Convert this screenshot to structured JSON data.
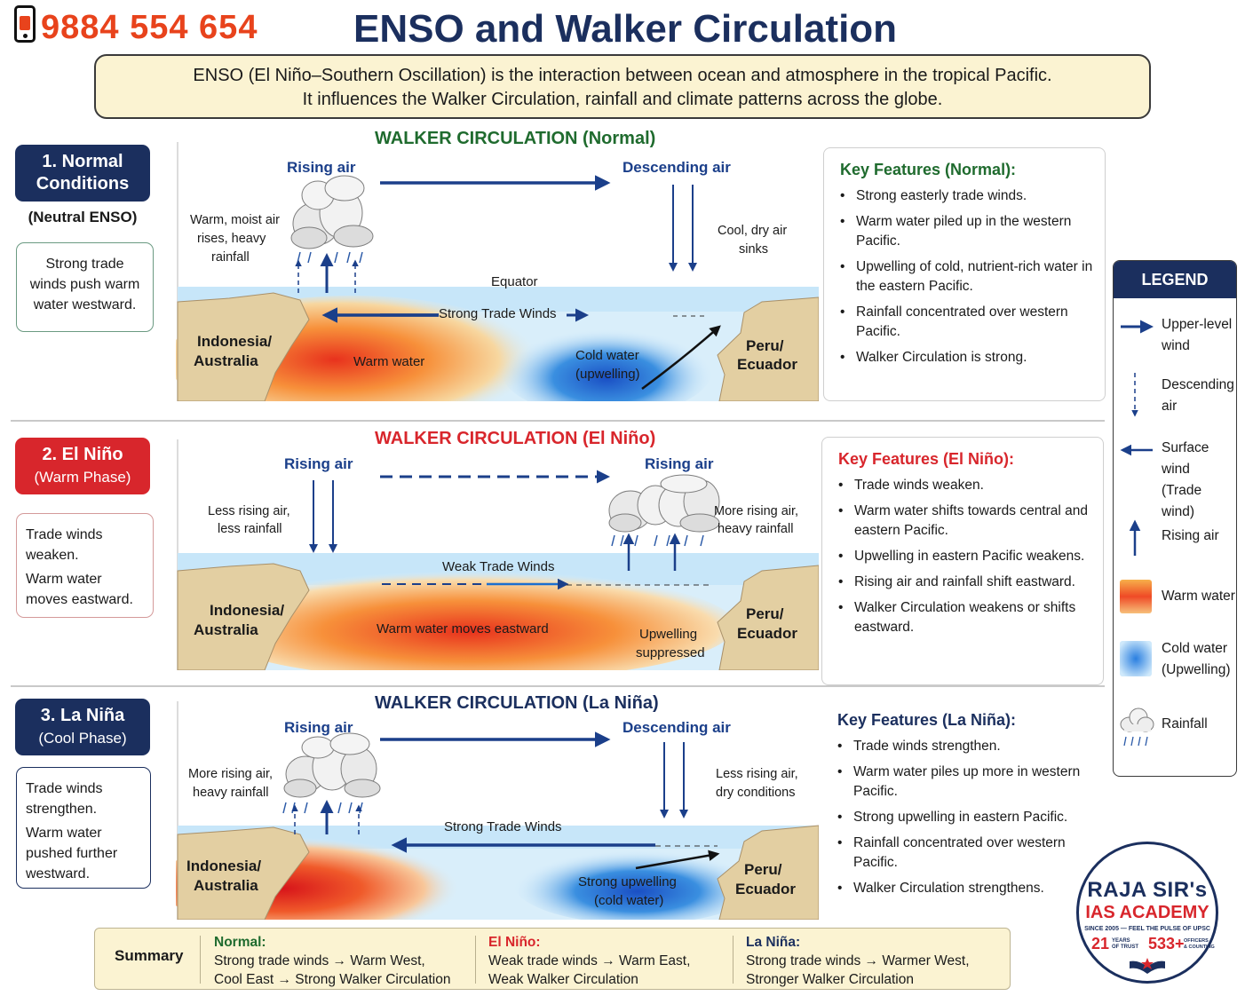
{
  "header": {
    "phone": "9884 554 654",
    "title": "ENSO and Walker Circulation"
  },
  "intro": {
    "line1": "ENSO (El Niño–Southern Oscillation) is the interaction between ocean and atmosphere in the tropical Pacific.",
    "line2": "It influences the Walker Circulation, rainfall and climate patterns across the globe."
  },
  "sections": {
    "normal": {
      "label_line1": "1. Normal",
      "label_line2": "Conditions",
      "sub_note": "(Neutral ENSO)",
      "note": "Strong trade winds push warm water westward.",
      "panel_title": "WALKER CIRCULATION (Normal)",
      "rising_air": "Rising air",
      "descending_air": "Descending air",
      "left_text_1": "Warm, moist air",
      "left_text_2": "rises, heavy",
      "left_text_3": "rainfall",
      "right_text_1": "Cool, dry air",
      "right_text_2": "sinks",
      "equator": "Equator",
      "trade_winds": "Strong Trade Winds",
      "west_land_1": "Indonesia/",
      "west_land_2": "Australia",
      "warm_water": "Warm water",
      "cold_water_1": "Cold water",
      "cold_water_2": "(upwelling)",
      "east_land_1": "Peru/",
      "east_land_2": "Ecuador",
      "features_title": "Key Features (Normal):",
      "features": [
        "Strong easterly trade winds.",
        "Warm water piled up in the western Pacific.",
        "Upwelling of cold, nutrient-rich water in the eastern Pacific.",
        "Rainfall concentrated over western Pacific.",
        "Walker Circulation is strong."
      ]
    },
    "elnino": {
      "label_line1": "2. El Niño",
      "label_line2": "(Warm Phase)",
      "note_1": "Trade winds weaken.",
      "note_2": "Warm water moves eastward.",
      "panel_title": "WALKER CIRCULATION (El Niño)",
      "rising_air_left": "Rising air",
      "rising_air_right": "Rising air",
      "left_text_1": "Less rising air,",
      "left_text_2": "less rainfall",
      "right_text_1": "More rising air,",
      "right_text_2": "heavy rainfall",
      "trade_winds": "Weak Trade Winds",
      "west_land_1": "Indonesia/",
      "west_land_2": "Australia",
      "warm_water": "Warm water moves eastward",
      "upwelling_1": "Upwelling",
      "upwelling_2": "suppressed",
      "east_land_1": "Peru/",
      "east_land_2": "Ecuador",
      "features_title": "Key Features (El Niño):",
      "features": [
        "Trade winds weaken.",
        "Warm water shifts towards central and eastern Pacific.",
        "Upwelling in eastern Pacific weakens.",
        "Rising air and rainfall shift eastward.",
        "Walker Circulation weakens or shifts eastward."
      ]
    },
    "lanina": {
      "label_line1": "3. La Niña",
      "label_line2": "(Cool Phase)",
      "note_1": "Trade winds strengthen.",
      "note_2": "Warm water pushed further westward.",
      "panel_title": "WALKER CIRCULATION (La Niña)",
      "rising_air": "Rising air",
      "descending_air": "Descending air",
      "left_text_1": "More rising air,",
      "left_text_2": "heavy rainfall",
      "right_text_1": "Less rising air,",
      "right_text_2": "dry conditions",
      "trade_winds": "Strong Trade Winds",
      "west_land_1": "Indonesia/",
      "west_land_2": "Australia",
      "cold_water_1": "Strong upwelling",
      "cold_water_2": "(cold water)",
      "east_land_1": "Peru/",
      "east_land_2": "Ecuador",
      "features_title": "Key Features (La Niña):",
      "features": [
        "Trade winds strengthen.",
        "Warm water piles up more in western Pacific.",
        "Strong upwelling in eastern Pacific.",
        "Rainfall concentrated over western Pacific.",
        "Walker Circulation strengthens."
      ]
    }
  },
  "legend": {
    "title": "LEGEND",
    "upper_wind_1": "Upper-level",
    "upper_wind_2": "wind",
    "descending_1": "Descending",
    "descending_2": "air",
    "surface_1": "Surface",
    "surface_2": "wind",
    "surface_3": "(Trade wind)",
    "rising": "Rising air",
    "warm": "Warm water",
    "cold_1": "Cold water",
    "cold_2": "(Upwelling)",
    "rainfall": "Rainfall"
  },
  "summary": {
    "label": "Summary",
    "normal_head": "Normal:",
    "normal_1": "Strong trade winds → Warm West,",
    "normal_2": "Cool East → Strong Walker Circulation",
    "elnino_head": "El Niño:",
    "elnino_1": "Weak trade winds → Warm East,",
    "elnino_2": "Weak Walker Circulation",
    "lanina_head": "La Niña:",
    "lanina_1": "Strong trade winds → Warmer West,",
    "lanina_2": "Stronger Walker Circulation"
  },
  "logo": {
    "line1": "RAJA SIR's",
    "line2": "IAS ACADEMY",
    "line3": "SINCE 2005 — FEEL THE PULSE OF UPSC",
    "years": "21",
    "years_label_1": "YEARS",
    "years_label_2": "OF TRUST",
    "officers": "533+",
    "officers_label_1": "OFFICERS",
    "officers_label_2": "& COUNTING"
  },
  "colors": {
    "navy": "#1b2f5e",
    "red": "#d8262c",
    "green": "#1f6b2e",
    "phone_orange": "#e8431c",
    "intro_bg": "#fbf3d2"
  }
}
